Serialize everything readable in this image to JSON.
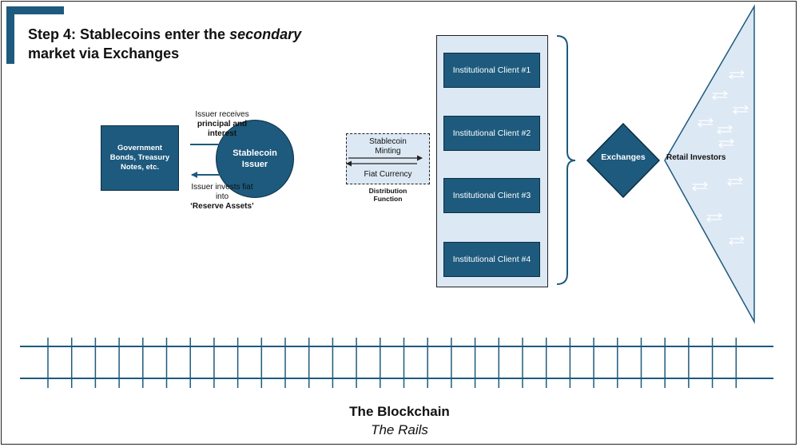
{
  "title": {
    "prefix": "Step 4: Stablecoins enter the ",
    "emphasis": "secondary",
    "line2": "market via Exchanges"
  },
  "government_box": {
    "label": "Government Bonds, Treasury Notes, etc."
  },
  "issuer": {
    "label": "Stablecoin Issuer"
  },
  "top_arrow": {
    "label_plain": "Issuer receives",
    "label_bold": "principal and interest"
  },
  "bottom_arrow": {
    "label_plain": "Issuer invests fiat into",
    "label_bold": "‘Reserve Assets’"
  },
  "distribution": {
    "minting": "Stablecoin Minting",
    "fiat": "Fiat Currency",
    "caption": "Distribution Function"
  },
  "clients": [
    "Institutional Client #1",
    "Institutional Client #2",
    "Institutional Client #3",
    "Institutional Client #4"
  ],
  "exchanges": {
    "label": "Exchanges"
  },
  "retail": {
    "label": "Retail Investors"
  },
  "blockchain": {
    "title": "The Blockchain",
    "subtitle": "The Rails"
  },
  "colors": {
    "navy": "#1d5a7d",
    "navy_border": "#0b2f45",
    "light_blue": "#dce8f4",
    "rail": "#1d5a7d"
  }
}
